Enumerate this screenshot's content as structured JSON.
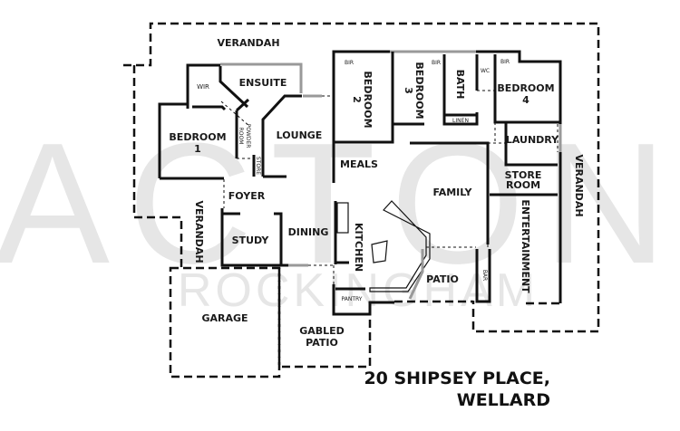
{
  "watermark": {
    "main": "ACTON",
    "sub": "ROCKINGHAM"
  },
  "address": {
    "line1": "20 SHIPSEY PLACE,",
    "line2": "WELLARD"
  },
  "rooms": {
    "verandah_top": "VERANDAH",
    "verandah_right": "VERANDAH",
    "verandah_left": "VERANDAH",
    "wir": "WIR",
    "ensuite": "ENSUITE",
    "bedroom1": "BEDROOM",
    "bedroom1_num": "1",
    "powder_room": "POWDER",
    "powder_room2": "ROOM",
    "store": "STORE",
    "lounge": "LOUNGE",
    "bir": "BIR",
    "bedroom2": "BEDROOM",
    "bedroom2_num": "2",
    "bedroom3": "BEDROOM",
    "bedroom3_num": "3",
    "bath": "BATH",
    "linen": "LINEN",
    "wc": "WC",
    "bedroom4": "BEDROOM",
    "bedroom4_num": "4",
    "laundry": "LAUNDRY",
    "store_room1": "STORE",
    "store_room2": "ROOM",
    "meals": "MEALS",
    "family": "FAMILY",
    "entertainment": "ENTERTAINMENT",
    "foyer": "FOYER",
    "study": "STUDY",
    "dining": "DINING",
    "kitchen": "KITCHEN",
    "pantry": "PANTRY",
    "patio": "PATIO",
    "bar": "BAR",
    "garage": "GARAGE",
    "gabled_patio1": "GABLED",
    "gabled_patio2": "PATIO"
  }
}
